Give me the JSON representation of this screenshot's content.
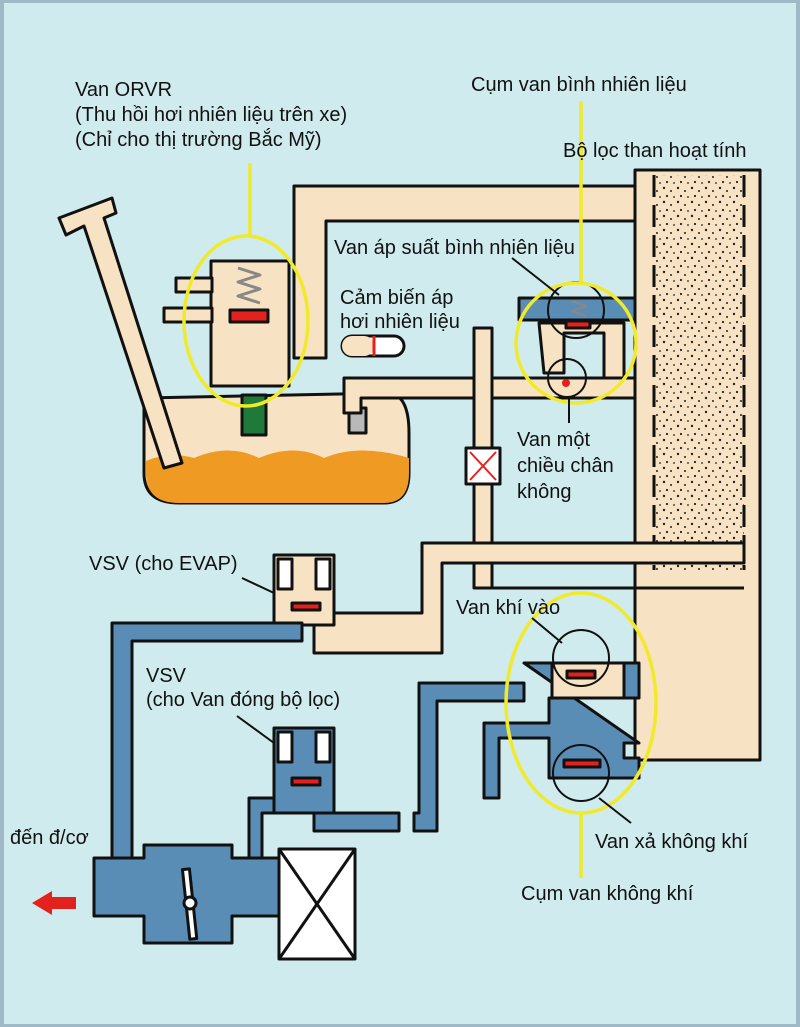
{
  "colors": {
    "background": "#d0ebee",
    "vapor_line": "#f7e3c4",
    "vacuum_line": "#5a8db5",
    "fuel": "#ef9a22",
    "valve_seat": "#e5211d",
    "highlight_ring": "#f0ea2a",
    "orvr_float": "#1f7a3a",
    "cut_valve": "#b9b9b9",
    "outline": "#111111"
  },
  "labels": {
    "orvr_title": "Van ORVR",
    "orvr_sub1": "(Thu hồi hơi nhiên liệu trên xe)",
    "orvr_sub2": "(Chỉ cho thị trường Bắc Mỹ)",
    "tank_valve_assembly": "Cụm van bình nhiên liệu",
    "charcoal_canister": "Bộ lọc than hoạt tính",
    "tank_pressure_valve": "Van áp suất bình nhiên liệu",
    "vapor_pressure_sensor_1": "Cảm biến áp",
    "vapor_pressure_sensor_2": "hơi nhiên liệu",
    "vacuum_check_valve_1": "Van một",
    "vacuum_check_valve_2": "chiều chân",
    "vacuum_check_valve_3": "không",
    "vsv_evap": "VSV (cho EVAP)",
    "vsv_canister_1": "VSV",
    "vsv_canister_2": "(cho Van đóng bộ lọc)",
    "inlet_valve": "Van khí vào",
    "outlet_valve": "Van xả không khí",
    "air_valve_assembly": "Cụm van không khí",
    "to_engine": "đến đ/cơ"
  },
  "icons": {
    "to_engine_arrow": "left-arrow",
    "throttle": "throttle-valve",
    "air_filter": "x-box",
    "restrictor": "x-box-red"
  }
}
